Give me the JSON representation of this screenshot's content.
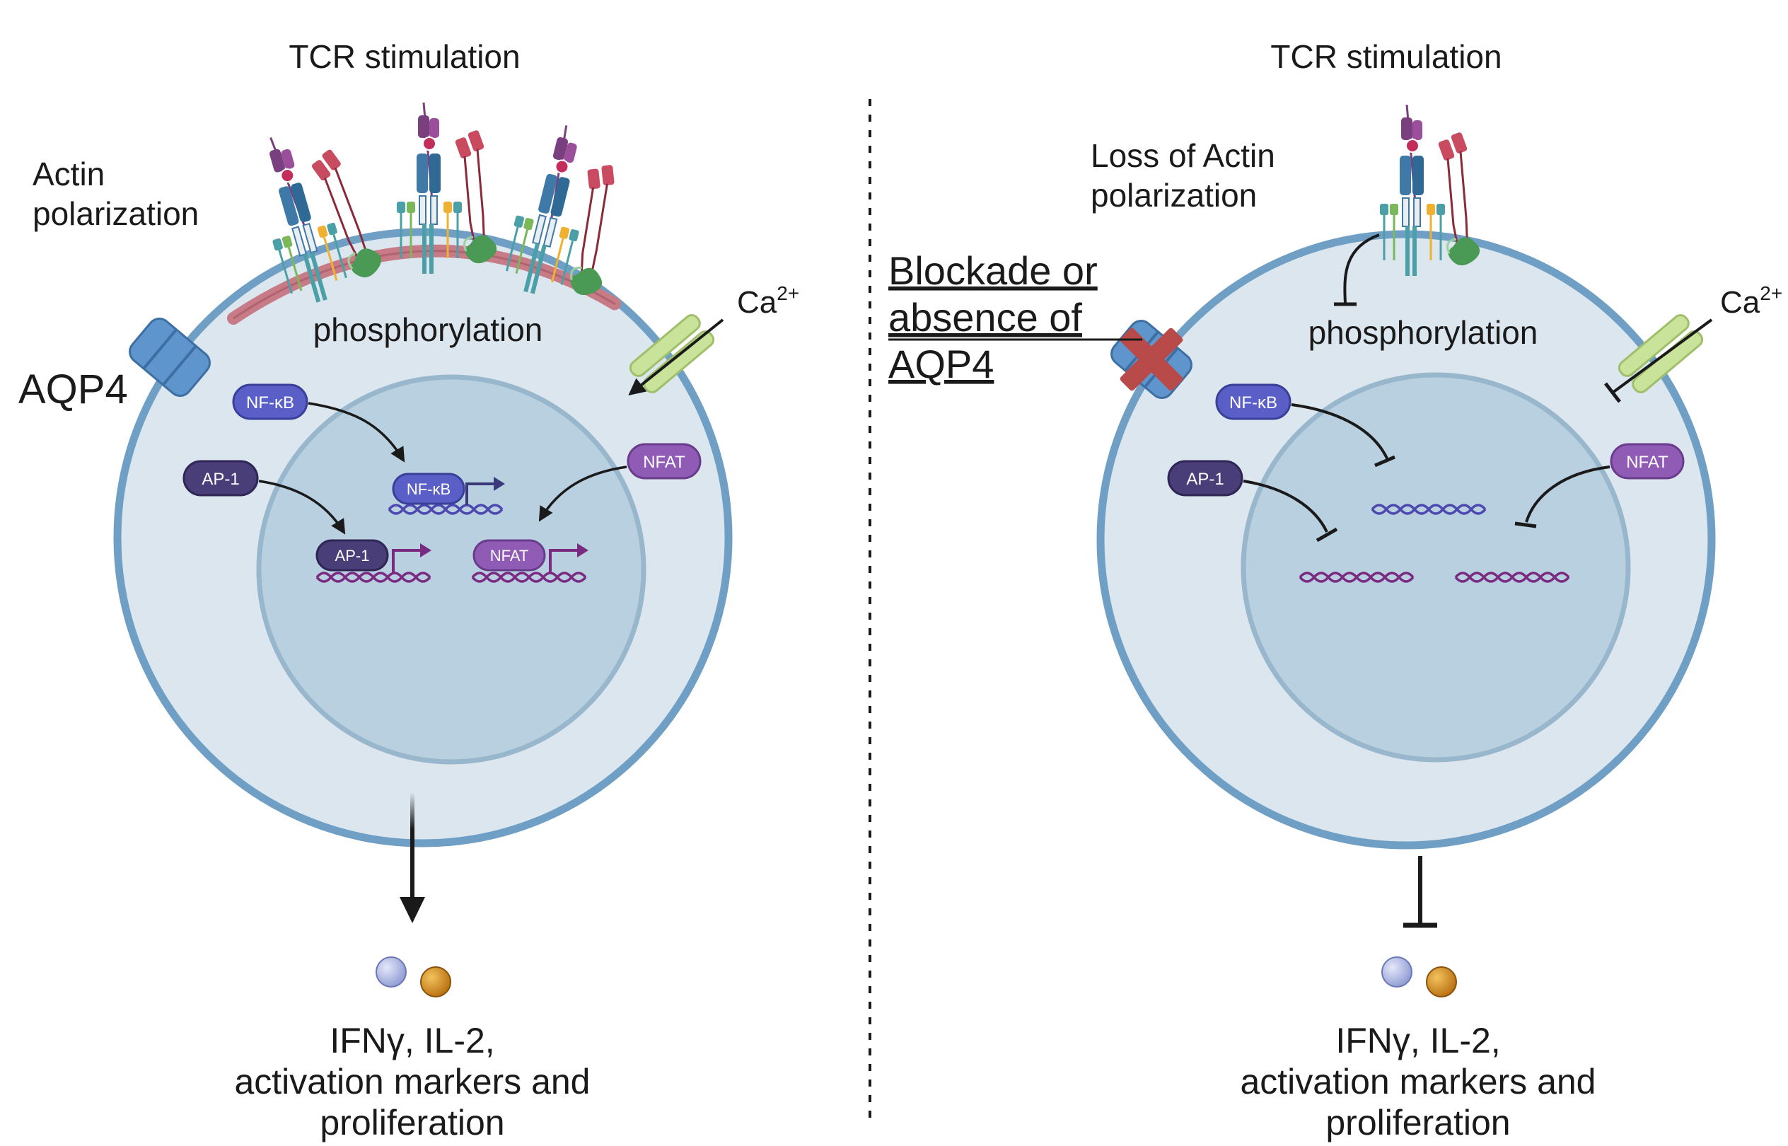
{
  "colors": {
    "cytoplasm": "#dbe6ee",
    "membrane": "#6f9fc4",
    "nucleus": "#b8d0df",
    "nucleus_border": "#98b6cc",
    "nfkb": "#5a5fc8",
    "ap1": "#4a3e78",
    "nfat": "#8f5bb5",
    "aqp4": "#5f95cd",
    "ca_channel": "#c9e49a",
    "actin": "#c77b86",
    "block_x": "#b84a4a",
    "cytokine_blue": "#a8b3e0",
    "cytokine_orange": "#d8901e",
    "tcr_purple": "#7a3f7f",
    "tcr_blue": "#3f79a8",
    "tcr_teal": "#4aa0a6",
    "tcr_red": "#c94b5f",
    "lck_green": "#4a9a55"
  },
  "left_panel": {
    "title": "TCR stimulation",
    "actin_line1": "Actin",
    "actin_line2": "polarization",
    "aqp4": "AQP4",
    "phosphorylation": "phosphorylation",
    "ca_base": "Ca",
    "ca_sup": "2+",
    "cyto": {
      "nfkb": "NF-κB",
      "ap1": "AP-1",
      "nfat": "NFAT"
    },
    "nuc": {
      "nfkb": "NF-κB",
      "ap1": "AP-1",
      "nfat": "NFAT"
    },
    "output_line1": "IFNγ, IL-2,",
    "output_line2": "activation markers and",
    "output_line3": "proliferation"
  },
  "right_panel": {
    "title": "TCR stimulation",
    "loss_line1": "Loss of Actin",
    "loss_line2": "polarization",
    "blockade_line1": "Blockade or",
    "blockade_line2": "absence of",
    "blockade_line3": "AQP4",
    "phosphorylation": "phosphorylation",
    "ca_base": "Ca",
    "ca_sup": "2+",
    "cyto": {
      "nfkb": "NF-κB",
      "ap1": "AP-1",
      "nfat": "NFAT"
    },
    "output_line1": "IFNγ, IL-2,",
    "output_line2": "activation markers and",
    "output_line3": "proliferation"
  }
}
